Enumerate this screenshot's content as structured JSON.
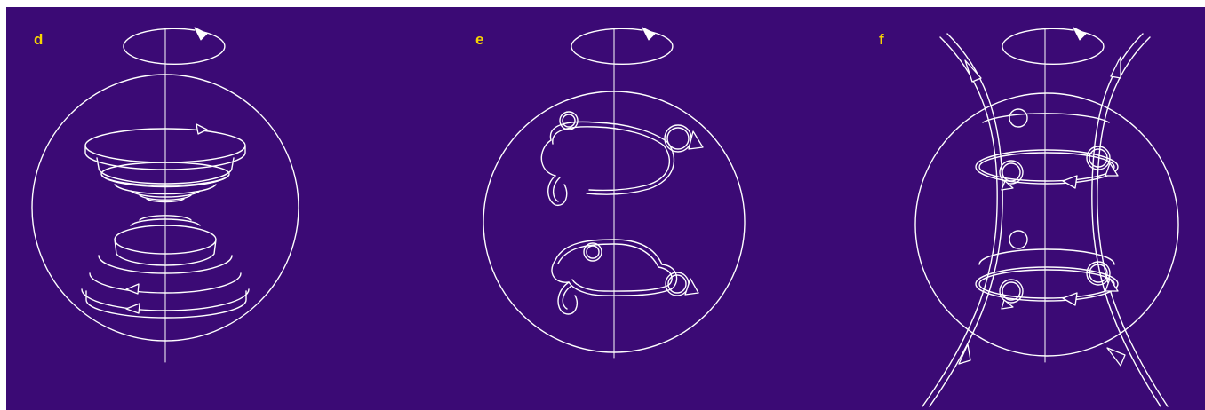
{
  "panels": [
    {
      "label": "d"
    },
    {
      "label": "e"
    },
    {
      "label": "f"
    }
  ]
}
